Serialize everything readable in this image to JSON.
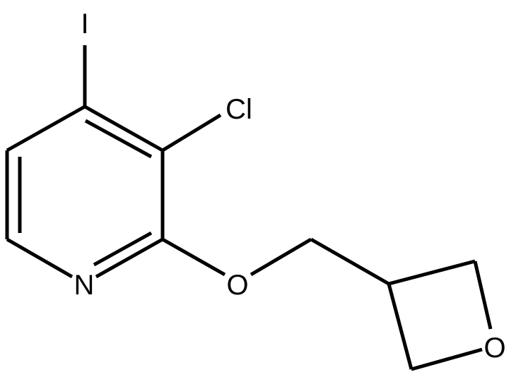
{
  "atoms": {
    "iodine": "I",
    "chlorine": "Cl",
    "ring_nitrogen": "N",
    "ether_oxygen": "O",
    "oxetane_oxygen": "O"
  },
  "colors": {
    "bond": "#000000",
    "label": "#000000",
    "background": "#ffffff"
  }
}
